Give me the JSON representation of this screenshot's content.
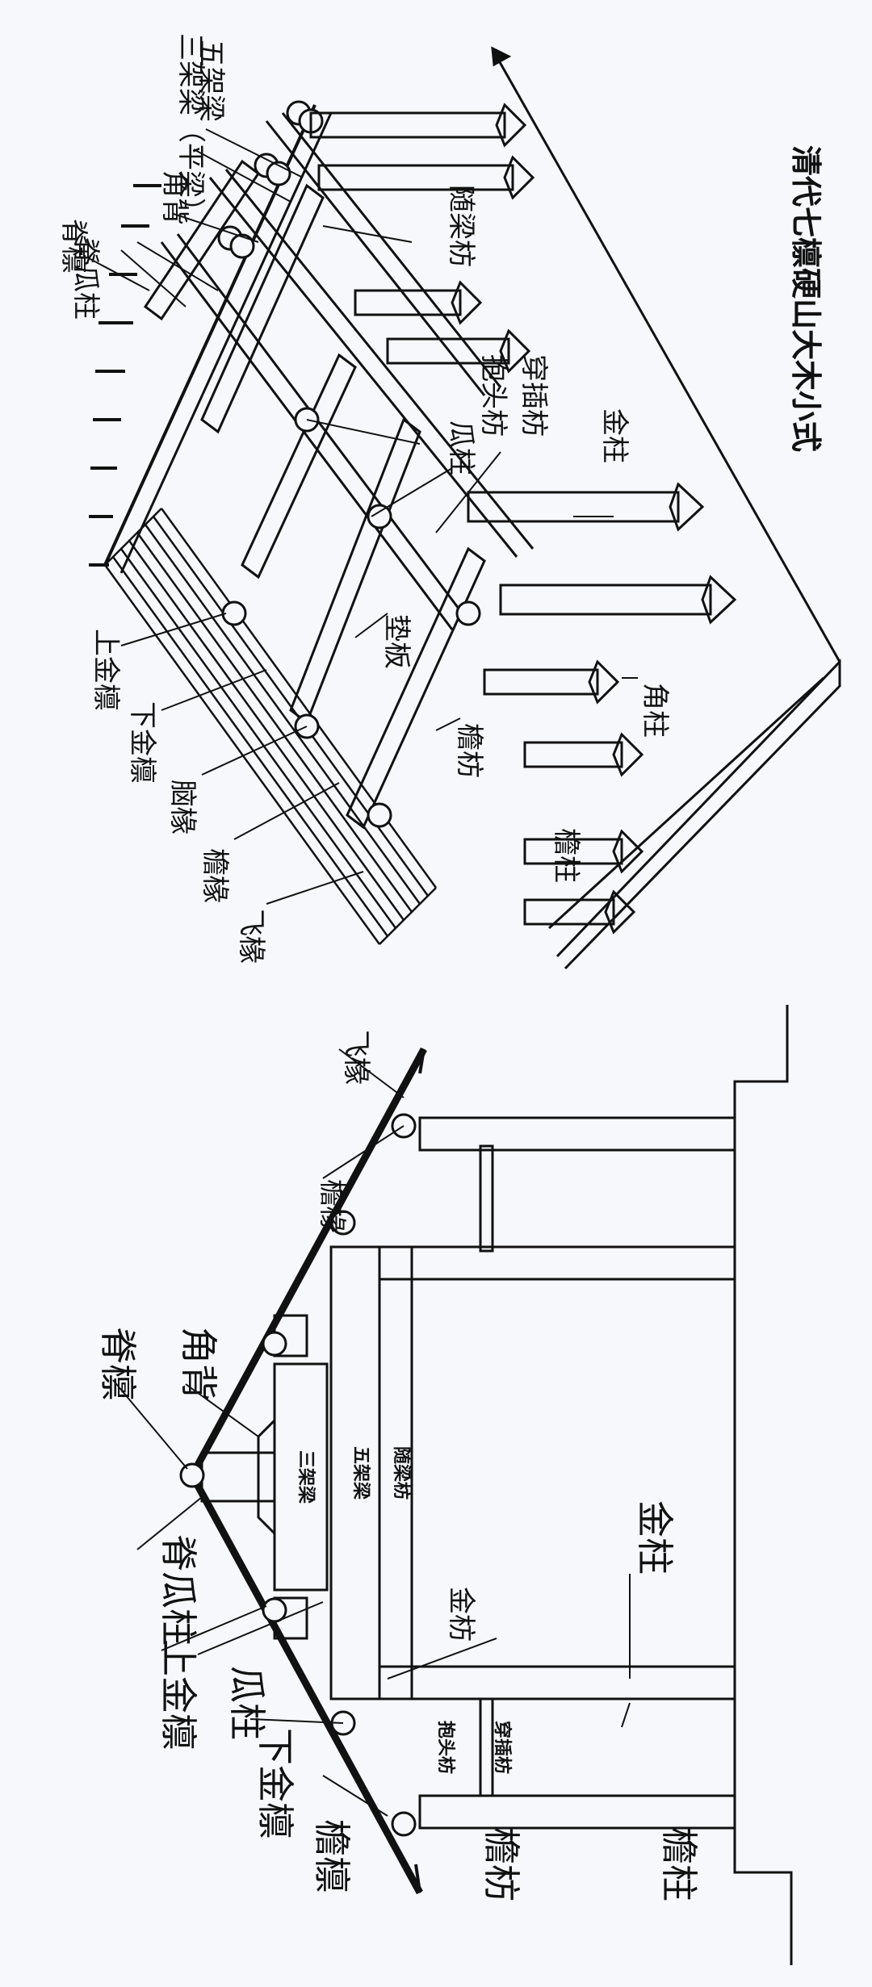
{
  "figure": {
    "caption": "清代七檩硬山大木小式",
    "iso_labels": {
      "ji_lin": "脊檩",
      "ji_gua_zhu": "脊瓜柱",
      "jiao_bei": "角背",
      "san_jia_liang": "三架梁（平梁）",
      "wu_jia_liang": "五架梁",
      "sui_liang_fang": "随梁枋",
      "gua_zhu": "瓜柱",
      "bao_tou_fang": "抱头枋",
      "chuan_cha_fang": "穿插枋",
      "jin_zhu": "金柱",
      "shang_jin_lin": "上金檩",
      "xia_jin_lin": "下金檩",
      "dian_ban": "垫板",
      "yan_fang": "檐枋",
      "jiao_zhu": "角柱",
      "yan_zhu": "檐柱",
      "nao_chuan": "脑椽",
      "yan_chuan": "檐椽",
      "fei_chuan": "飞椽"
    },
    "section_labels": {
      "ji_lin": "脊檩",
      "jiao_bei": "角背",
      "ji_gua_zhu": "脊瓜柱",
      "shang_jin_lin": "上金檩",
      "gua_zhu": "瓜柱",
      "xia_jin_lin": "下金檩",
      "yan_lin": "檐檩",
      "yan_fang": "檐枋",
      "yan_zhu": "檐柱",
      "jin_fang": "金枋",
      "jin_zhu": "金柱",
      "yan_chuan": "檐椽",
      "fei_chuan": "飞椽",
      "san_jia_liang": "三架梁",
      "wu_jia_liang": "五架梁",
      "sui_liang_fang": "随梁枋",
      "bao_tou_fang": "抱头枋",
      "chuan_cha_fang": "穿插枋"
    }
  }
}
